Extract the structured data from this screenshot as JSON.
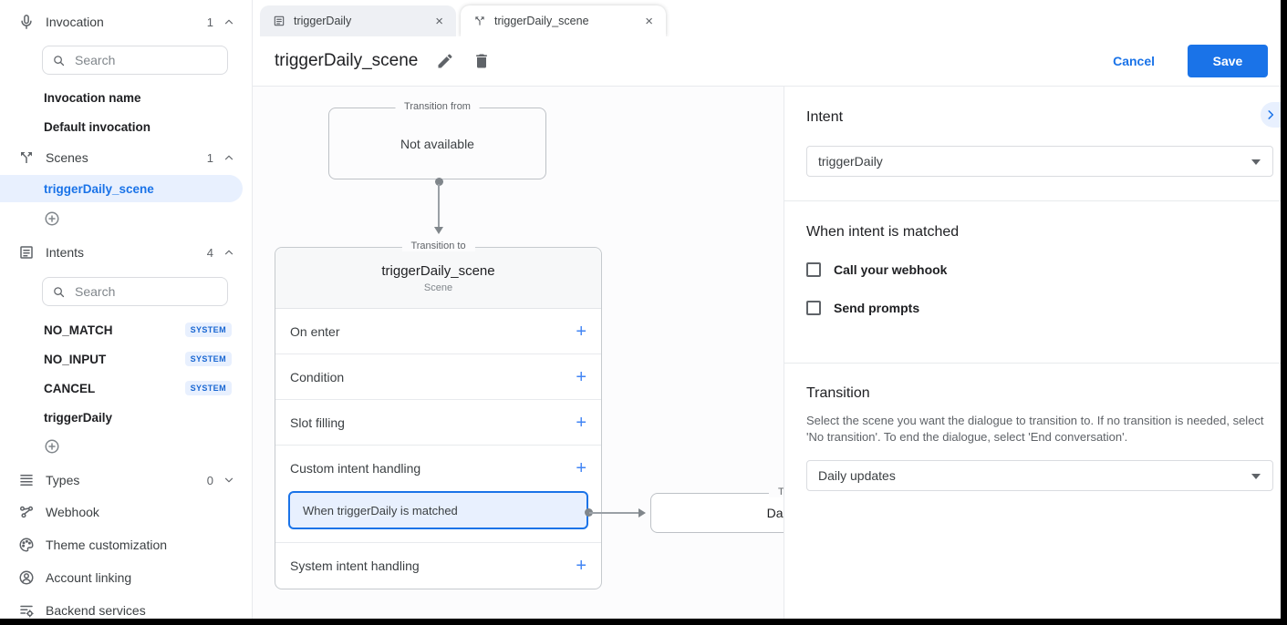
{
  "sidebar": {
    "invocation": {
      "label": "Invocation",
      "count": "1",
      "search_placeholder": "Search",
      "items": [
        {
          "label": "Invocation name"
        },
        {
          "label": "Default invocation"
        }
      ]
    },
    "scenes": {
      "label": "Scenes",
      "count": "1",
      "selected_item": "triggerDaily_scene"
    },
    "intents": {
      "label": "Intents",
      "count": "4",
      "search_placeholder": "Search",
      "items": [
        {
          "label": "NO_MATCH",
          "badge": "SYSTEM"
        },
        {
          "label": "NO_INPUT",
          "badge": "SYSTEM"
        },
        {
          "label": "CANCEL",
          "badge": "SYSTEM"
        },
        {
          "label": "triggerDaily",
          "badge": ""
        }
      ]
    },
    "types": {
      "label": "Types",
      "count": "0"
    },
    "links": [
      {
        "label": "Webhook"
      },
      {
        "label": "Theme customization"
      },
      {
        "label": "Account linking"
      },
      {
        "label": "Backend services"
      }
    ]
  },
  "tabs": [
    {
      "label": "triggerDaily"
    },
    {
      "label": "triggerDaily_scene"
    }
  ],
  "header": {
    "title": "triggerDaily_scene",
    "cancel": "Cancel",
    "save": "Save"
  },
  "canvas": {
    "from_node": {
      "label": "Transition from",
      "content": "Not available"
    },
    "scene_card": {
      "label": "Transition to",
      "title": "triggerDaily_scene",
      "subtitle": "Scene",
      "rows": [
        {
          "label": "On enter"
        },
        {
          "label": "Condition"
        },
        {
          "label": "Slot filling"
        },
        {
          "label": "Custom intent handling"
        },
        {
          "label": "System intent handling"
        }
      ],
      "handler": "When triggerDaily is matched"
    },
    "target_node": {
      "label": "Transition to",
      "content": "Daily updates"
    }
  },
  "panel": {
    "intent": {
      "heading": "Intent",
      "value": "triggerDaily"
    },
    "matched": {
      "heading": "When intent is matched",
      "options": [
        {
          "label": "Call your webhook"
        },
        {
          "label": "Send prompts"
        }
      ]
    },
    "transition": {
      "heading": "Transition",
      "description": "Select the scene you want the dialogue to transition to. If no transition is needed, select 'No transition'. To end the dialogue, select 'End conversation'.",
      "value": "Daily updates"
    }
  },
  "colors": {
    "accent": "#1a73e8",
    "selection_bg": "#e8f0fe",
    "badge_text": "#1967d2"
  }
}
